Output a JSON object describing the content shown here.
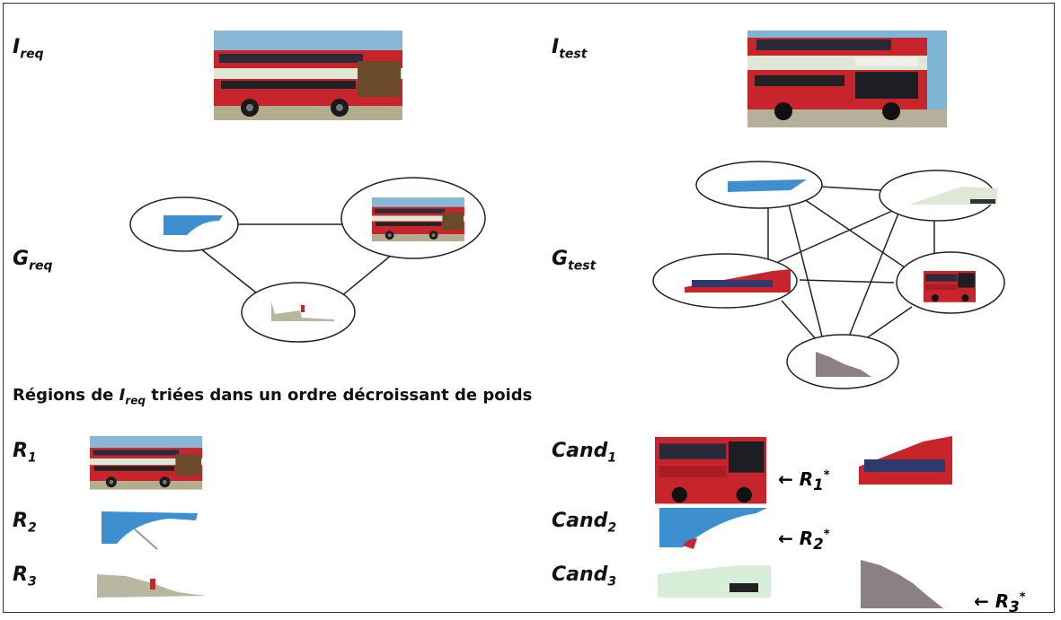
{
  "labels": {
    "i_req": {
      "base": "I",
      "sub": "req"
    },
    "i_test": {
      "base": "I",
      "sub": "test"
    },
    "g_req": {
      "base": "G",
      "sub": "req"
    },
    "g_test": {
      "base": "G",
      "sub": "test"
    },
    "r1": {
      "base": "R",
      "sub": "1"
    },
    "r2": {
      "base": "R",
      "sub": "2"
    },
    "r3": {
      "base": "R",
      "sub": "3"
    },
    "cand1": {
      "base": "Cand",
      "sub": "1"
    },
    "cand2": {
      "base": "Cand",
      "sub": "2"
    },
    "cand3": {
      "base": "Cand",
      "sub": "3"
    }
  },
  "caption": {
    "prefix": "Régions de ",
    "italic_base": "I",
    "italic_sub": "req",
    "suffix": " triées dans un ordre décroissant de poids"
  },
  "arrows": {
    "a1": {
      "sym": "←",
      "base": "R",
      "sub": "1",
      "sup": "*"
    },
    "a2": {
      "sym": "←",
      "base": "R",
      "sub": "2",
      "sup": "*"
    },
    "a3": {
      "sym": "←",
      "base": "R",
      "sub": "3",
      "sup": "*"
    }
  },
  "colors": {
    "bus_red": "#c8242c",
    "bus_cream": "#dfe7d6",
    "sky_blue": "#3d8fd0",
    "ground": "#b9b7a0"
  }
}
